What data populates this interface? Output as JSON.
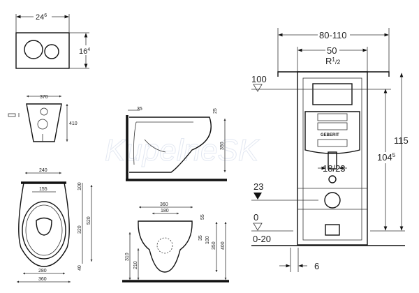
{
  "watermark": "KupelneSK",
  "flush_plate": {
    "width_main": "24",
    "width_sup": "6",
    "height_main": "16",
    "height_sup": "4"
  },
  "wall_plate": {
    "width": "370",
    "height": "410"
  },
  "side_view": {
    "offset": "35",
    "top": "25",
    "height": "350"
  },
  "top_view": {
    "seat_width": "240",
    "hole_spacing": "155",
    "d100": "100",
    "d320": "320",
    "d520": "520",
    "d40": "40",
    "inner_width": "280",
    "outer_width": "360"
  },
  "front_view": {
    "width": "360",
    "hole_spacing": "180",
    "d55": "55",
    "d35": "35",
    "d100": "100",
    "d350": "350",
    "d400": "400",
    "d310": "310",
    "d210": "210"
  },
  "frame": {
    "width_range": "80-110",
    "inner_width": "50",
    "supply_main": "R",
    "supply_sup": "1",
    "supply_sub": "/2",
    "level_100": "100",
    "level_23": "23",
    "level_0": "0",
    "floor_range": "0-20",
    "height_total": "115",
    "height_main": "104",
    "height_sup": "5",
    "pipe": "18/23",
    "offset": "6",
    "brand": "GEBERIT"
  }
}
